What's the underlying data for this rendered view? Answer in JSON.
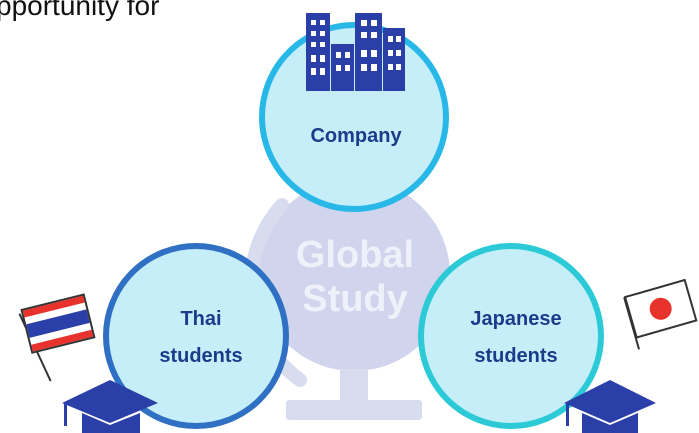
{
  "header": {
    "text": "pportunity for"
  },
  "center": {
    "line1": "Global",
    "line2": "Study"
  },
  "nodes": {
    "company": {
      "label": "Company"
    },
    "thai": {
      "line1": "Thai",
      "line2": "students"
    },
    "japanese": {
      "line1": "Japanese",
      "line2": "students"
    }
  },
  "icons": {
    "buildings": "office-buildings-icon",
    "thai_flag": "thailand-flag-icon",
    "japan_flag": "japan-flag-icon",
    "cap": "graduation-cap-icon"
  },
  "colors": {
    "globe": "#d0d4ec",
    "globe_text": "#eef0fa",
    "circle_fill": "#c6eef8",
    "company_border": "#28b8e8",
    "thai_border": "#2f6fc4",
    "japanese_border": "#2ccad6",
    "label": "#1a3c8a",
    "navy": "#2b3fa8",
    "flag_red": "#e8322c"
  }
}
